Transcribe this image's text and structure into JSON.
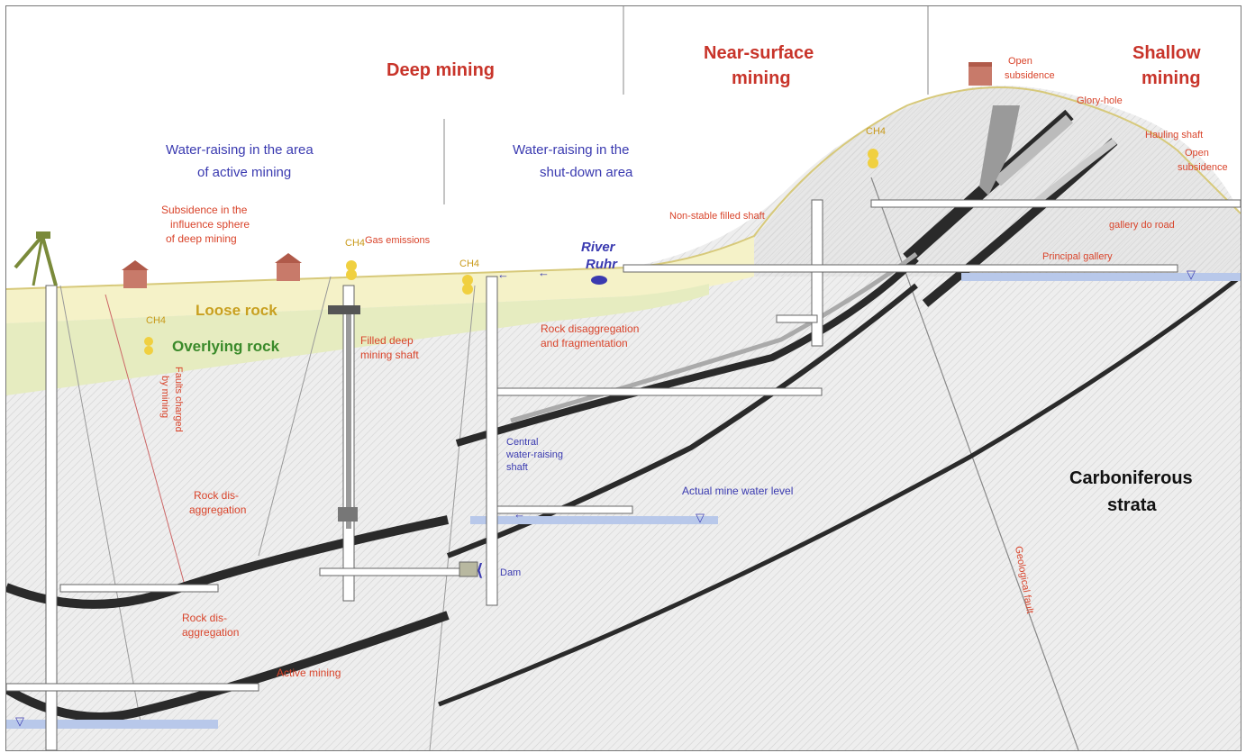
{
  "headings": {
    "deep_mining": "Deep mining",
    "near_surface_1": "Near-surface",
    "near_surface_2": "mining",
    "shallow_1": "Shallow",
    "shallow_2": "mining"
  },
  "blue_labels": {
    "water_active_1": "Water-raising in the area",
    "water_active_2": "of active mining",
    "water_shutdown_1": "Water-raising in the",
    "water_shutdown_2": "shut-down area",
    "river_1": "River",
    "river_2": "Ruhr",
    "central_1": "Central",
    "central_2": "water-raising",
    "central_3": "shaft",
    "actual_water": "Actual mine water level",
    "dam": "Dam"
  },
  "red_labels": {
    "subsidence_1": "Subsidence in the",
    "subsidence_2": "influence sphere",
    "subsidence_3": "of deep mining",
    "gas": "Gas emissions",
    "faults_1": "Faults charged",
    "faults_2": "by mining",
    "filled_deep_1": "Filled deep",
    "filled_deep_2": "mining shaft",
    "rock_disagg_1": "Rock dis-",
    "rock_disagg_2": "aggregation",
    "rock_disagg_b1": "Rock dis-",
    "rock_disagg_b2": "aggregation",
    "active_mining": "Active mining",
    "rock_frag_1": "Rock disaggregation",
    "rock_frag_2": "and fragmentation",
    "non_stable": "Non-stable filled shaft",
    "open_sub_1": "Open",
    "open_sub_2": "subsidence",
    "glory_hole": "Glory-hole",
    "hauling_shaft": "Hauling shaft",
    "open_sub_b1": "Open",
    "open_sub_b2": "subsidence",
    "gallery_road": "gallery do road",
    "principal_gallery": "Principal gallery",
    "geological_fault": "Geological fault"
  },
  "layer_labels": {
    "loose_rock": "Loose rock",
    "overlying_rock": "Overlying rock",
    "carboniferous_1": "Carboniferous",
    "carboniferous_2": "strata"
  },
  "gas_label": "CH4",
  "colors": {
    "heading_red": "#c8342a",
    "label_red": "#d9442b",
    "label_blue": "#3a3ab0",
    "loose_rock": "#f5f2c8",
    "overlying_rock": "#e6ecc0",
    "seam": "#2a2a2a",
    "water": "#b8c8ea"
  }
}
